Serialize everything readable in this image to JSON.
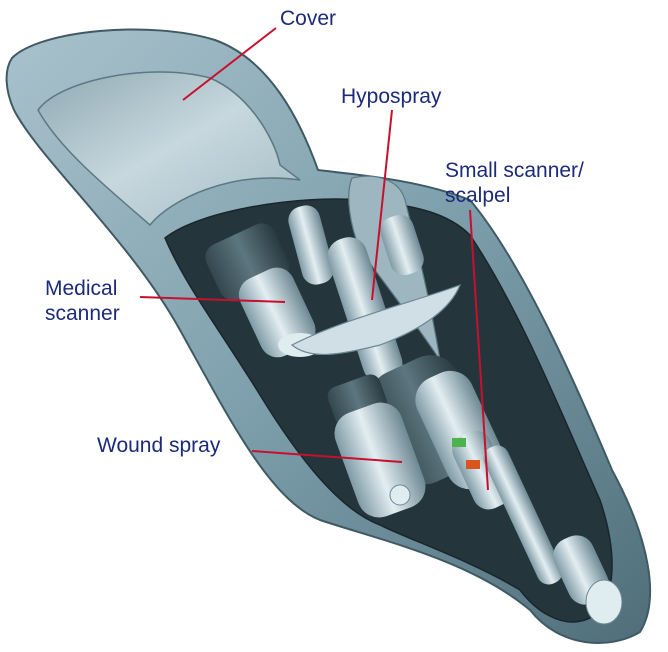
{
  "labels": {
    "cover": "Cover",
    "hypospray": "Hypospray",
    "small_scanner": "Small scanner/\nscalpel",
    "medical_scanner": "Medical\nscanner",
    "wound_spray": "Wound spray"
  },
  "colors": {
    "label_text": "#1c2a7a",
    "leader_line": "#c8102e",
    "case_shell": "#7d9fac",
    "case_interior": "#24353c",
    "instrument_metal": "#bcd2db"
  }
}
